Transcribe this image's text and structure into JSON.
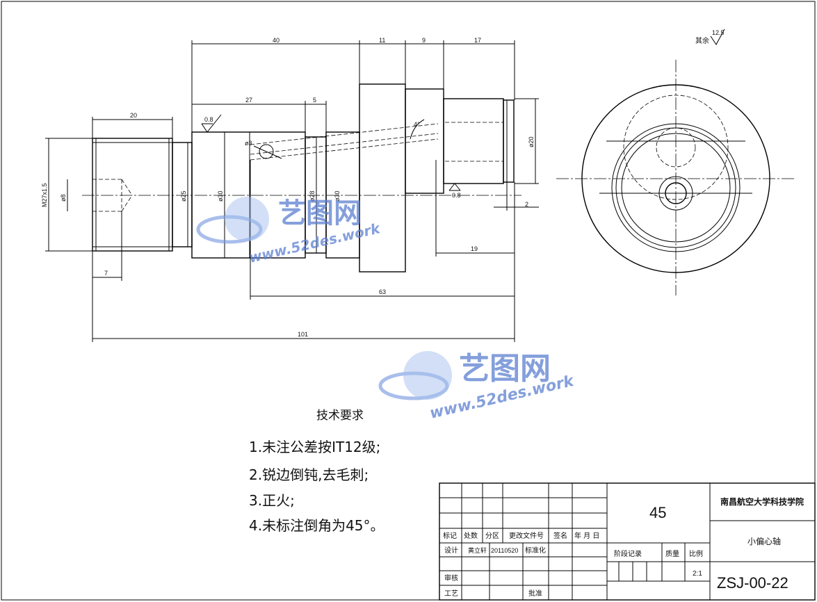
{
  "roughness_other": {
    "label": "其余",
    "value": "12.5"
  },
  "dimensions": {
    "d40": "40",
    "d11": "11",
    "d9": "9",
    "d17": "17",
    "d20": "20",
    "d27": "27",
    "d5": "5",
    "d7": "7",
    "d19": "19",
    "d2": "2",
    "d63": "63",
    "d101": "101",
    "m27": "M27x1.5",
    "phi8": "ø8",
    "phi25": "ø25",
    "phi30a": "ø30",
    "phi28": "ø28",
    "phi30b": "ø30",
    "phi20": "ø20",
    "phi3": "ø3",
    "angle": "4°",
    "r08a": "0.8",
    "r08b": "0.8"
  },
  "watermark": {
    "brand": "艺图网",
    "url": "www.52des.work"
  },
  "tech_req": {
    "title": "技术要求",
    "items": [
      "1.未注公差按IT12级;",
      "2.锐边倒钝,去毛刺;",
      "3.正火;",
      "4.未标注倒角为45°。"
    ]
  },
  "title_block": {
    "material": "45",
    "school": "南昌航空大学科技学院",
    "part_name": "小偏心轴",
    "drawing_no": "ZSJ-00-22",
    "scale": "2:1",
    "row_headers": [
      "标记",
      "处数",
      "分区",
      "更改文件号",
      "签名",
      "年 月 日"
    ],
    "design_label": "设计",
    "designer": "黄立轩",
    "date": "20110520",
    "standardize": "标准化",
    "review": "审核",
    "process": "工艺",
    "approve": "批准",
    "stage_record": "阶段记录",
    "mass": "质量",
    "ratio": "比例"
  }
}
